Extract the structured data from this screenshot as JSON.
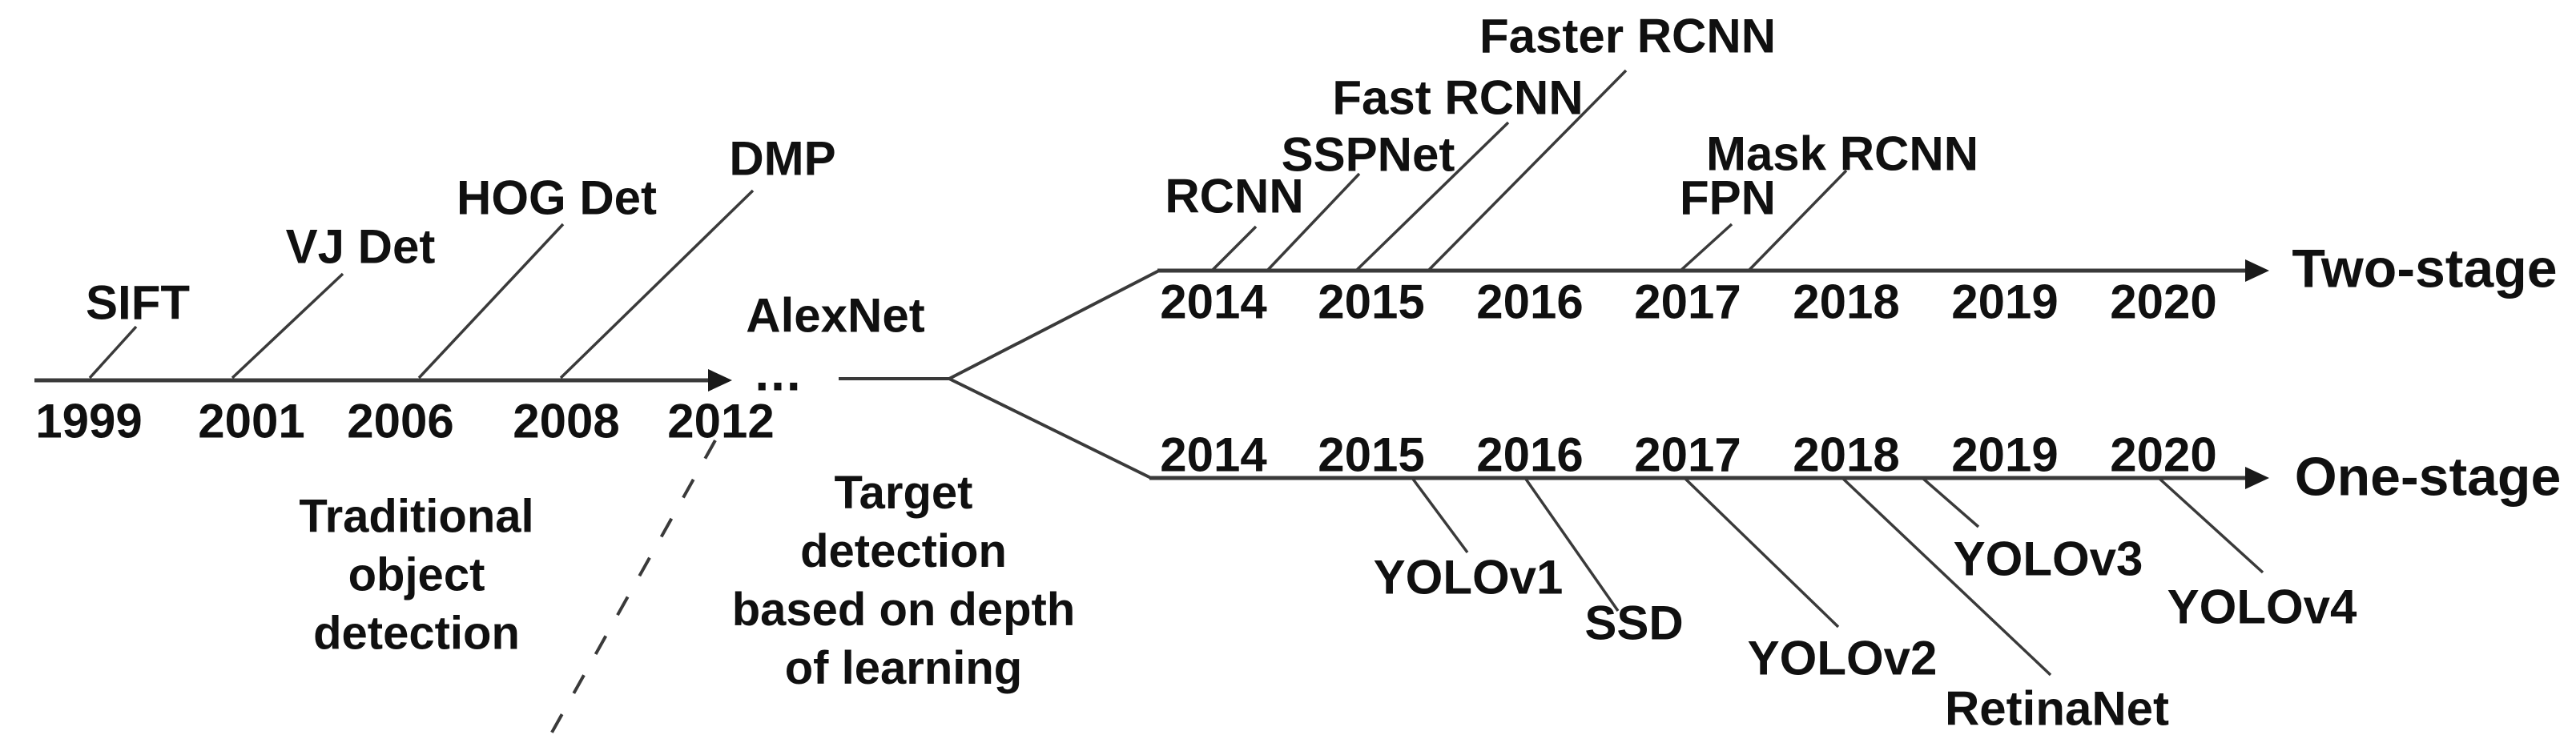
{
  "diagram": {
    "description": "Milestones timeline of object detection algorithms",
    "colors": {
      "text": "#101010",
      "line": "#3a3a3a"
    },
    "eras": {
      "traditional": {
        "caption": "Traditional\nobject\ndetection",
        "years": [
          "1999",
          "2001",
          "2006",
          "2008",
          "2012"
        ],
        "methods": [
          "SIFT",
          "VJ Det",
          "HOG Det",
          "DMP"
        ],
        "ellipsis": "...",
        "transition_method": "AlexNet"
      },
      "deep_learning": {
        "caption": "Target\ndetection\nbased on depth\nof learning"
      }
    },
    "branches": {
      "two_stage": {
        "label": "Two-stage",
        "years": [
          "2014",
          "2015",
          "2016",
          "2017",
          "2018",
          "2019",
          "2020"
        ],
        "methods": [
          "RCNN",
          "SSPNet",
          "Fast RCNN",
          "Faster RCNN",
          "FPN",
          "Mask RCNN"
        ]
      },
      "one_stage": {
        "label": "One-stage",
        "years": [
          "2014",
          "2015",
          "2016",
          "2017",
          "2018",
          "2019",
          "2020"
        ],
        "methods": [
          "YOLOv1",
          "SSD",
          "YOLOv2",
          "RetinaNet",
          "YOLOv3",
          "YOLOv4"
        ]
      }
    }
  }
}
